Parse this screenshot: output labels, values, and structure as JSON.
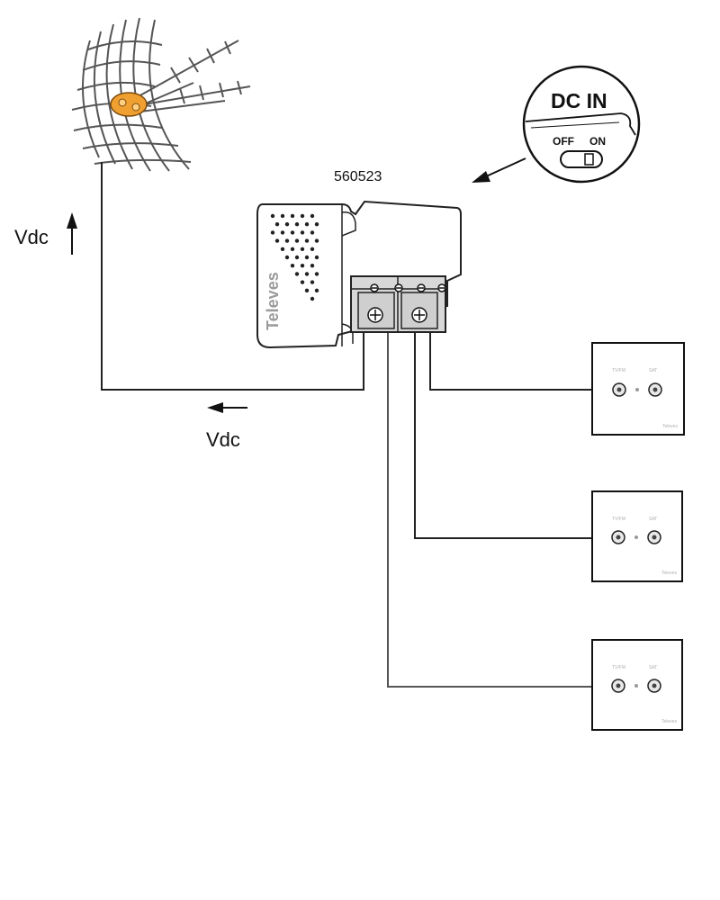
{
  "amplifier": {
    "model": "560523",
    "brand": "Televes"
  },
  "dc_in_callout": {
    "title": "DC IN",
    "off_label": "OFF",
    "on_label": "ON",
    "switch_state": "ON"
  },
  "labels": {
    "vdc_up": "Vdc",
    "vdc_left": "Vdc"
  },
  "wall_sockets": [
    {
      "left_label": "TV/FM",
      "right_label": "SAT",
      "brand": "Televes"
    },
    {
      "left_label": "TV/FM",
      "right_label": "SAT",
      "brand": "Televes"
    },
    {
      "left_label": "TV/FM",
      "right_label": "SAT",
      "brand": "Televes"
    }
  ],
  "icons": [
    "antenna-icon",
    "arrow-up-icon",
    "arrow-left-icon",
    "screw-terminal-icon",
    "coax-connector-icon"
  ]
}
